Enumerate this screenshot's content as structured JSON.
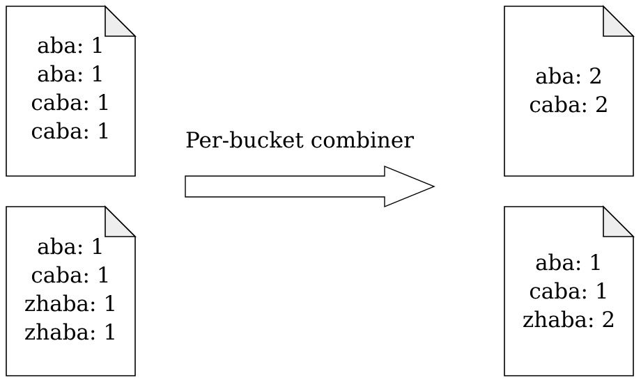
{
  "input_documents": [
    {
      "lines": [
        "aba: 1",
        "aba: 1",
        "caba: 1",
        "caba: 1"
      ]
    },
    {
      "lines": [
        "aba: 1",
        "caba: 1",
        "zhaba: 1",
        "zhaba: 1"
      ]
    }
  ],
  "arrow": {
    "label": "Per-bucket combiner"
  },
  "output_documents": [
    {
      "lines": [
        "aba: 2",
        "caba: 2"
      ]
    },
    {
      "lines": [
        "aba: 1",
        "caba: 1",
        "zhaba: 2"
      ]
    }
  ],
  "colors": {
    "stroke": "#000000",
    "page_fill": "#ffffff",
    "fold_fill": "#eeeeee"
  }
}
